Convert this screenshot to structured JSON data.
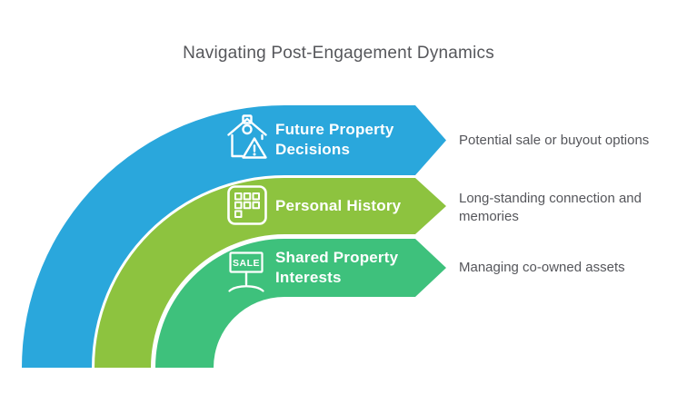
{
  "title": "Navigating Post-Engagement Dynamics",
  "items": [
    {
      "label": "Future Property Decisions",
      "label_lines": [
        "Future Property",
        "Decisions"
      ],
      "description": "Potential sale or buyout options",
      "description_lines": [
        "Potential sale or buyout options"
      ],
      "color": "#2AA7DC",
      "icon": "house-alert-icon"
    },
    {
      "label": "Personal History",
      "label_lines": [
        "Personal History"
      ],
      "description": "Long-standing connection and memories",
      "description_lines": [
        "Long-standing connection and",
        "memories"
      ],
      "color": "#8DC33F",
      "icon": "keypad-icon"
    },
    {
      "label": "Shared Property Interests",
      "label_lines": [
        "Shared Property",
        "Interests"
      ],
      "description": "Managing co-owned assets",
      "description_lines": [
        "Managing co-owned assets"
      ],
      "color": "#3EC17C",
      "icon": "sale-sign-icon"
    }
  ],
  "sale_sign_text": "SALE",
  "colors": {
    "background": "#FFFFFF",
    "title_text": "#56575B",
    "description_text": "#55565B",
    "band_label_text": "#FFFFFF"
  }
}
